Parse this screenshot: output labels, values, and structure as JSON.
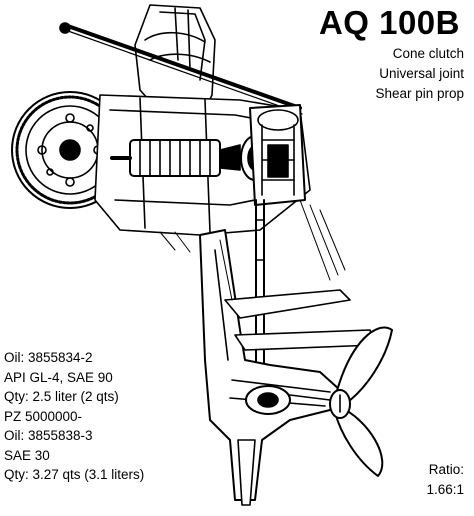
{
  "header": {
    "model": "AQ 100B",
    "features": [
      "Cone clutch",
      "Universal joint",
      "Shear pin prop"
    ]
  },
  "specs": [
    "Oil: 3855834-2",
    "API GL-4, SAE 90",
    "Qty: 2.5 liter (2 qts)",
    "PZ 5000000-",
    "Oil: 3855838-3",
    "SAE 30",
    "Qty: 3.27 qts (3.1 liters)"
  ],
  "ratio": {
    "label": "Ratio:",
    "value": "1.66:1"
  },
  "illustration": {
    "subject": "stern-drive-cutaway",
    "ink_color": "#000000",
    "paper_color": "#ffffff"
  }
}
